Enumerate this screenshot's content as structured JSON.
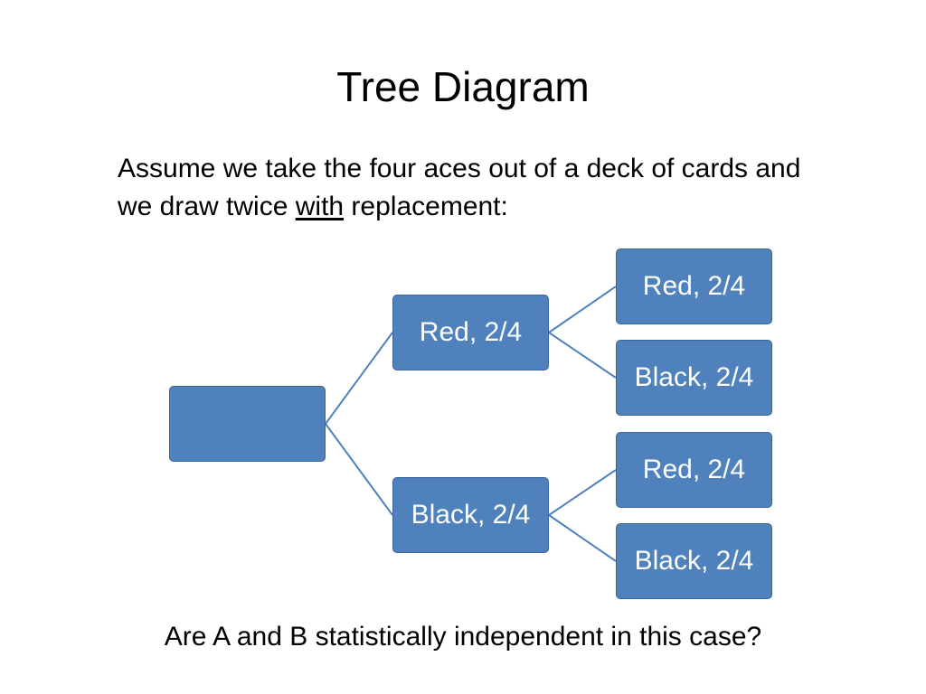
{
  "slide": {
    "title": "Tree Diagram",
    "intro_part1": "Assume we take the four aces out of a deck of cards and we draw twice ",
    "intro_emphasis": "with",
    "intro_part2": " replacement:",
    "question": "Are A and B statistically independent in this case?"
  },
  "tree": {
    "root": {
      "label": ""
    },
    "level1": [
      {
        "label": "Red, 2/4"
      },
      {
        "label": "Black, 2/4"
      }
    ],
    "level2": [
      {
        "label": "Red, 2/4"
      },
      {
        "label": "Black, 2/4"
      },
      {
        "label": "Red, 2/4"
      },
      {
        "label": "Black, 2/4"
      }
    ]
  },
  "colors": {
    "node_fill": "#4f81bd",
    "node_border": "#3c6494",
    "node_text": "#ffffff",
    "connector": "#4f81bd"
  }
}
